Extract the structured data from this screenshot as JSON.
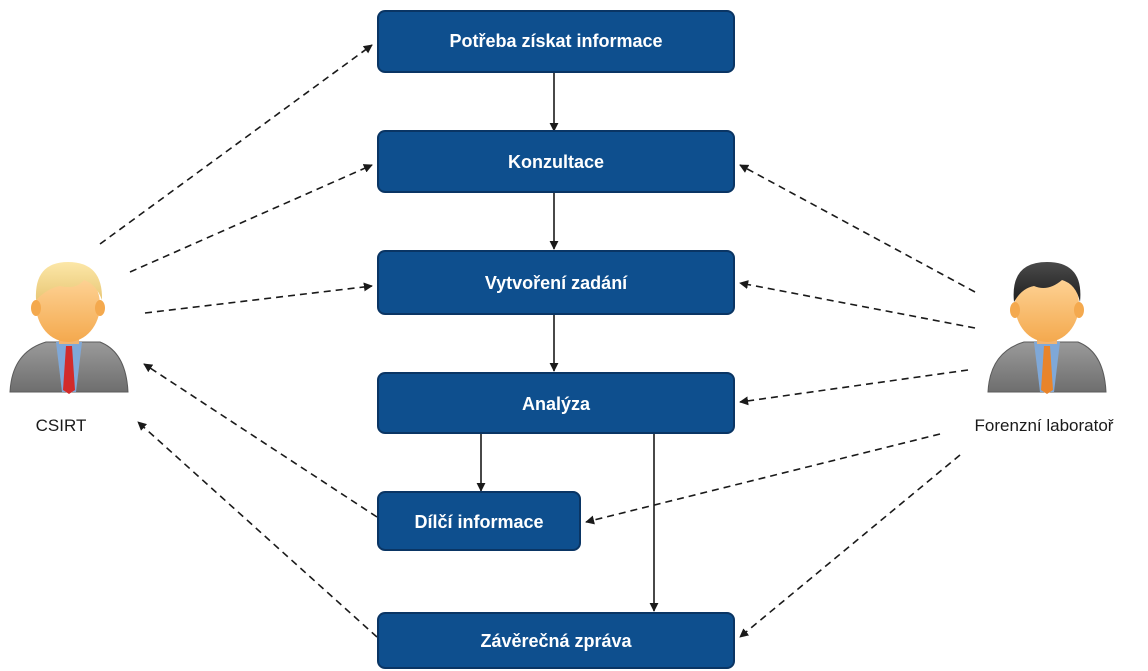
{
  "boxes": {
    "potreba": "Potřeba získat informace",
    "konzultace": "Konzultace",
    "vytvoreni": "Vytvoření zadání",
    "analyza": "Analýza",
    "dilci": "Dílčí informace",
    "zaverecna": "Závěrečná zpráva"
  },
  "actors": {
    "left": {
      "label": "CSIRT",
      "icon": "person-blond-hair-icon"
    },
    "right": {
      "label": "Forenzní laboratoř",
      "icon": "person-dark-hair-icon"
    }
  },
  "colors": {
    "box_fill": "#0E4F8E",
    "box_border": "#0A3564",
    "arrow": "#1a1a1a"
  }
}
